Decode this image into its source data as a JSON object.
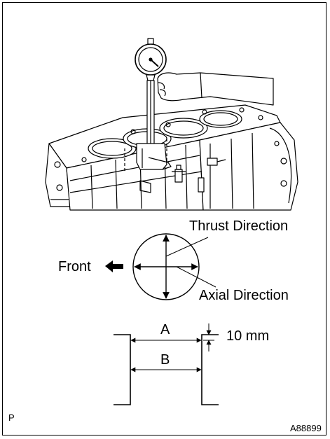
{
  "figure": {
    "engine_illustration": "engine block with cylinder bore gauge",
    "labels": {
      "thrust_direction": "Thrust Direction",
      "front": "Front",
      "axial_direction": "Axial Direction",
      "dim_a": "A",
      "dim_b": "B",
      "offset": "10 mm",
      "corner_mark": "P",
      "figure_id": "A88899"
    },
    "icons": {
      "front_arrow": "arrow-left-icon",
      "gauge": "dial-gauge-icon"
    },
    "colors": {
      "ink": "#000000",
      "paper": "#ffffff"
    }
  }
}
